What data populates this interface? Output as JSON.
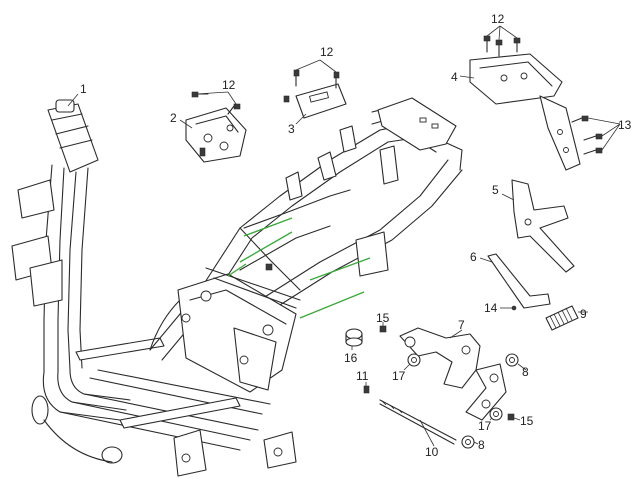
{
  "callouts": [
    {
      "id": "1",
      "label": "1"
    },
    {
      "id": "2",
      "label": "2"
    },
    {
      "id": "3",
      "label": "3"
    },
    {
      "id": "4",
      "label": "4"
    },
    {
      "id": "5",
      "label": "5"
    },
    {
      "id": "6",
      "label": "6"
    },
    {
      "id": "7",
      "label": "7"
    },
    {
      "id": "8a",
      "label": "8"
    },
    {
      "id": "8b",
      "label": "8"
    },
    {
      "id": "9",
      "label": "9"
    },
    {
      "id": "10",
      "label": "10"
    },
    {
      "id": "11",
      "label": "11"
    },
    {
      "id": "12a",
      "label": "12"
    },
    {
      "id": "12b",
      "label": "12"
    },
    {
      "id": "12c",
      "label": "12"
    },
    {
      "id": "13",
      "label": "13"
    },
    {
      "id": "14",
      "label": "14"
    },
    {
      "id": "15a",
      "label": "15"
    },
    {
      "id": "15b",
      "label": "15"
    },
    {
      "id": "16",
      "label": "16"
    },
    {
      "id": "17a",
      "label": "17"
    },
    {
      "id": "17b",
      "label": "17"
    }
  ],
  "colors": {
    "line": "#2b2b2b",
    "weld": "#3aa83a",
    "background": "#ffffff"
  }
}
